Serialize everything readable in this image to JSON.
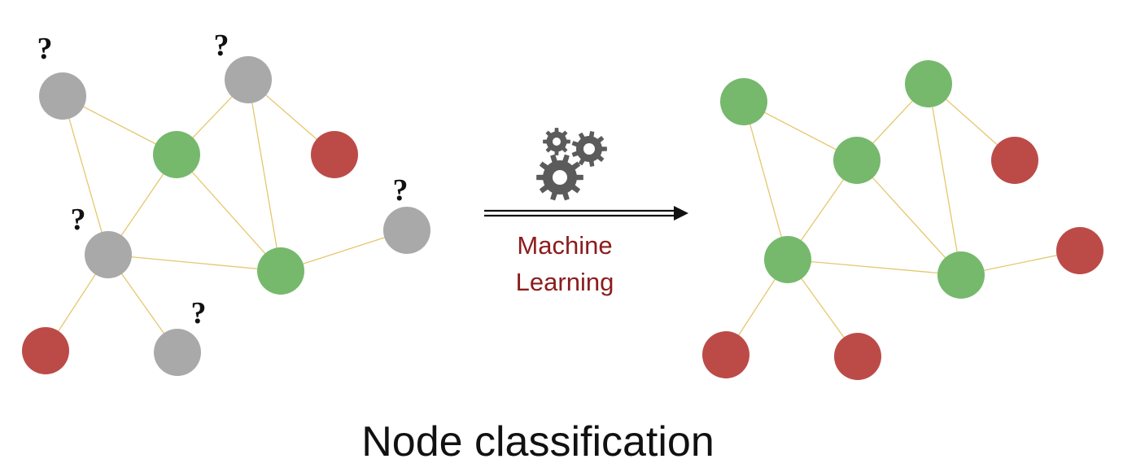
{
  "colors": {
    "unknown": "#a9a9a9",
    "green": "#76b96d",
    "red": "#bc4b48",
    "edge": "#e5c76d",
    "arrow": "#111111",
    "gear": "#5b5b5b",
    "label": "#8c1c1c"
  },
  "graph_before": {
    "nodes": [
      {
        "id": "a",
        "class": "unknown",
        "question_mark": "?"
      },
      {
        "id": "b",
        "class": "unknown",
        "question_mark": "?"
      },
      {
        "id": "c",
        "class": "green"
      },
      {
        "id": "d",
        "class": "red"
      },
      {
        "id": "e",
        "class": "unknown",
        "question_mark": "?"
      },
      {
        "id": "f",
        "class": "green"
      },
      {
        "id": "g",
        "class": "unknown",
        "question_mark": "?"
      },
      {
        "id": "h",
        "class": "red"
      },
      {
        "id": "i",
        "class": "unknown",
        "question_mark": "?"
      }
    ],
    "edges": [
      [
        "a",
        "c"
      ],
      [
        "b",
        "c"
      ],
      [
        "b",
        "d"
      ],
      [
        "b",
        "f"
      ],
      [
        "c",
        "f"
      ],
      [
        "c",
        "e"
      ],
      [
        "a",
        "e"
      ],
      [
        "e",
        "f"
      ],
      [
        "e",
        "h"
      ],
      [
        "e",
        "i"
      ],
      [
        "f",
        "g"
      ]
    ]
  },
  "graph_after": {
    "nodes": [
      {
        "id": "a",
        "class": "green"
      },
      {
        "id": "b",
        "class": "green"
      },
      {
        "id": "c",
        "class": "green"
      },
      {
        "id": "d",
        "class": "red"
      },
      {
        "id": "e",
        "class": "green"
      },
      {
        "id": "f",
        "class": "green"
      },
      {
        "id": "g",
        "class": "red"
      },
      {
        "id": "h",
        "class": "red"
      },
      {
        "id": "i",
        "class": "red"
      }
    ],
    "edges": [
      [
        "a",
        "c"
      ],
      [
        "b",
        "c"
      ],
      [
        "b",
        "d"
      ],
      [
        "b",
        "f"
      ],
      [
        "c",
        "f"
      ],
      [
        "c",
        "e"
      ],
      [
        "a",
        "e"
      ],
      [
        "e",
        "f"
      ],
      [
        "e",
        "h"
      ],
      [
        "e",
        "i"
      ],
      [
        "f",
        "g"
      ]
    ]
  },
  "arrow": {
    "label_line1": "Machine",
    "label_line2": "Learning",
    "icon": "gears-icon"
  },
  "caption": "Node classification"
}
